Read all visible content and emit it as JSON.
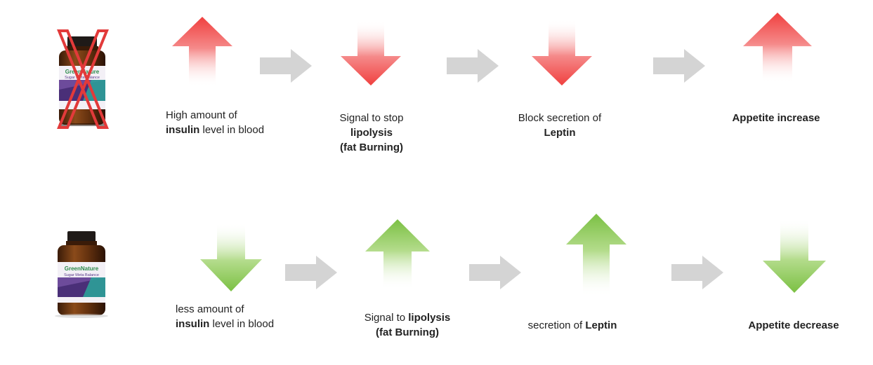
{
  "colors": {
    "red": "#f0403f",
    "green": "#7bc043",
    "connector": "#d4d4d4",
    "cross": "#e23a3a"
  },
  "bottle": {
    "brand": "GreenNature",
    "product": "Sugar Meta Balance"
  },
  "rows": [
    {
      "name": "without-supplement",
      "crossed": true,
      "steps": [
        {
          "direction": "up",
          "color": "red",
          "text": [
            "High amount of",
            "insulin",
            " level in blood"
          ]
        },
        {
          "direction": "down",
          "color": "red",
          "text": [
            "Signal to stop",
            "lipolysis",
            "(fat Burning)"
          ]
        },
        {
          "direction": "down",
          "color": "red",
          "text": [
            "Block secretion of",
            "Leptin"
          ]
        },
        {
          "direction": "up",
          "color": "red",
          "text": [
            "Appetite increase"
          ]
        }
      ]
    },
    {
      "name": "with-supplement",
      "crossed": false,
      "steps": [
        {
          "direction": "down",
          "color": "green",
          "text": [
            "less amount of",
            "insulin",
            " level in blood"
          ]
        },
        {
          "direction": "up",
          "color": "green",
          "text": [
            "Signal to ",
            "lipolysis",
            "(fat Burning)"
          ]
        },
        {
          "direction": "up",
          "color": "green",
          "text": [
            "secretion of ",
            "Leptin"
          ]
        },
        {
          "direction": "down",
          "color": "green",
          "text": [
            "Appetite decrease"
          ]
        }
      ]
    }
  ]
}
